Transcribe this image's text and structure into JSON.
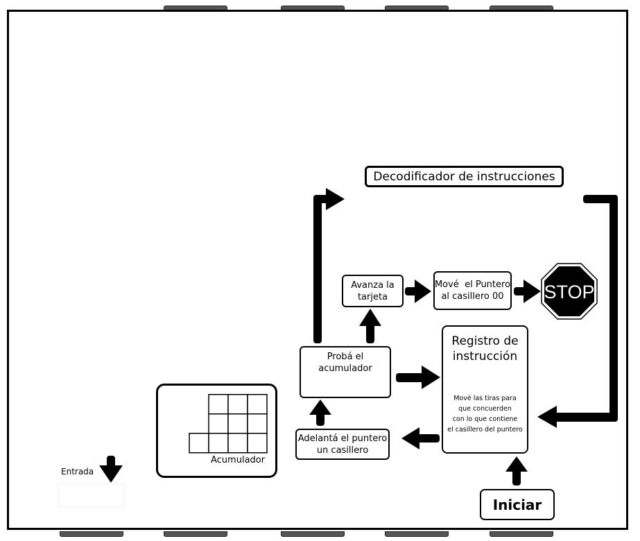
{
  "diagram": {
    "decoder_title": "Decodificador de instrucciones",
    "advance_card": [
      "Avanza la",
      "tarjeta"
    ],
    "move_pointer": [
      "Mové  el Puntero",
      "al casillero 00"
    ],
    "stop_sign": "STOP",
    "register_title": [
      "Registro de",
      "instrucción"
    ],
    "register_body": [
      "Mové las tiras para",
      "que concuerden",
      "con lo que contiene",
      "el casillero del puntero"
    ],
    "test_accumulator": [
      "Probá el",
      "acumulador"
    ],
    "advance_pointer": [
      "Adelantá el puntero",
      "un casillero"
    ],
    "accumulator_label": "Acumulador",
    "input_label": "Entrada",
    "start_button": "Iniciar"
  },
  "colors": {
    "stroke": "#000000",
    "background": "#ffffff",
    "stop_fill": "#000000",
    "stop_text": "#ffffff"
  }
}
